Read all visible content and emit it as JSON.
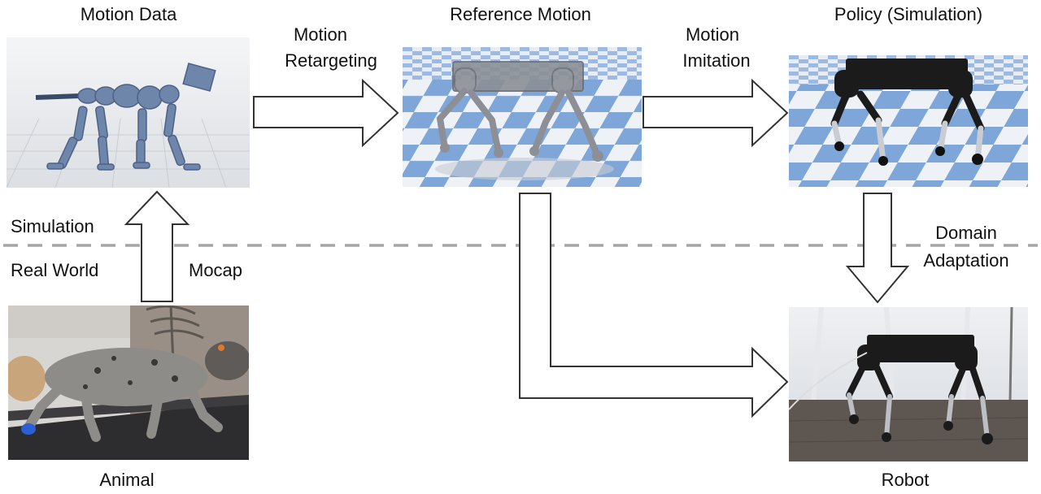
{
  "headings": {
    "motion_data": "Motion Data",
    "reference_motion": "Reference Motion",
    "policy": "Policy (Simulation)",
    "animal": "Animal",
    "robot": "Robot"
  },
  "arrows": {
    "retargeting_line1": "Motion",
    "retargeting_line2": "Retargeting",
    "imitation_line1": "Motion",
    "imitation_line2": "Imitation",
    "mocap": "Mocap",
    "domain_line1": "Domain",
    "domain_line2": "Adaptation"
  },
  "regions": {
    "simulation": "Simulation",
    "real_world": "Real World"
  },
  "colors": {
    "arrow_stroke": "#333333",
    "divider": "#a6a6a6",
    "sim_floor_blue": "#7fa6d8",
    "sim_floor_white": "#eef1f6",
    "robot_dark": "#1b1b1b",
    "mocap_body": "#7f96b8"
  }
}
